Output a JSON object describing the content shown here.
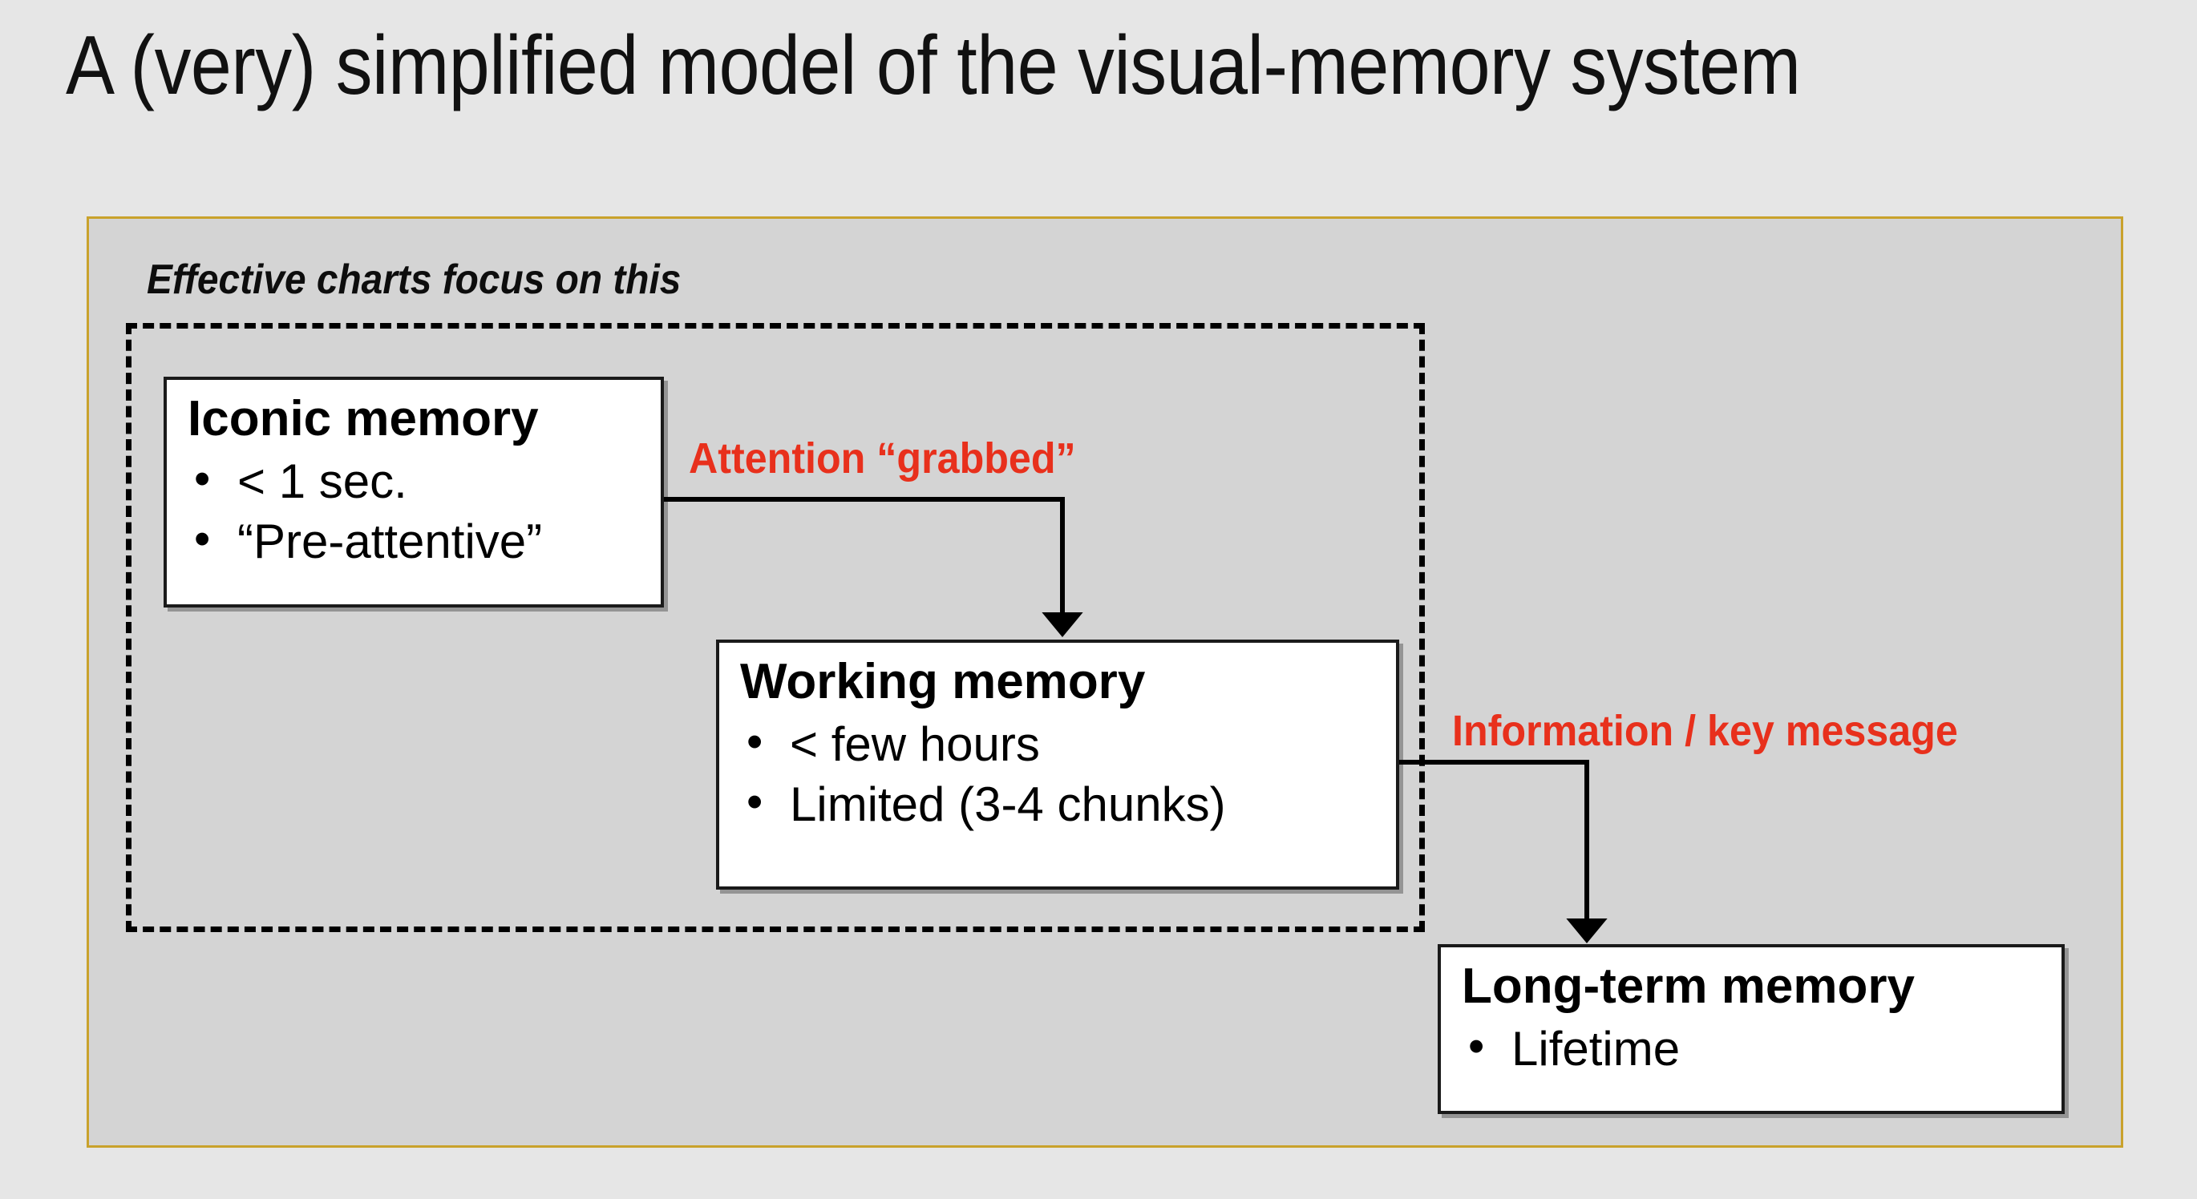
{
  "slide": {
    "title": "A (very) simplified model of the visual-memory system"
  },
  "panel": {
    "caption": "Effective charts focus on this",
    "frame_color": "#c9a22c",
    "fill_color": "#d4d4d4"
  },
  "dashed_region": {
    "label": "Effective charts focus on this",
    "stroke": "#000000",
    "style": "dashed"
  },
  "boxes": [
    {
      "id": "iconic",
      "title": "Iconic memory",
      "bullets": [
        "< 1 sec.",
        "“Pre-attentive”"
      ]
    },
    {
      "id": "working",
      "title": "Working memory",
      "bullets": [
        "< few hours",
        "Limited (3-4 chunks)"
      ]
    },
    {
      "id": "longterm",
      "title": "Long-term memory",
      "bullets": [
        "Lifetime"
      ]
    }
  ],
  "connectors": [
    {
      "id": "iconic-to-working",
      "label": "Attention “grabbed”",
      "label_color": "#e8301c",
      "from": "iconic",
      "to": "working",
      "arrow": "down"
    },
    {
      "id": "working-to-longterm",
      "label": "Information / key message",
      "label_color": "#e8301c",
      "from": "working",
      "to": "longterm",
      "arrow": "down"
    }
  ],
  "chart_data": {
    "type": "diagram",
    "title": "A (very) simplified model of the visual-memory system",
    "nodes": [
      {
        "name": "Iconic memory",
        "attributes": [
          "< 1 sec.",
          "“Pre-attentive”"
        ]
      },
      {
        "name": "Working memory",
        "attributes": [
          "< few hours",
          "Limited (3-4 chunks)"
        ]
      },
      {
        "name": "Long-term memory",
        "attributes": [
          "Lifetime"
        ]
      }
    ],
    "edges": [
      {
        "from": "Iconic memory",
        "to": "Working memory",
        "label": "Attention “grabbed”"
      },
      {
        "from": "Working memory",
        "to": "Long-term memory",
        "label": "Information / key message"
      }
    ],
    "groups": [
      {
        "label": "Effective charts focus on this",
        "members": [
          "Iconic memory",
          "Working memory"
        ],
        "style": "dashed"
      }
    ]
  }
}
